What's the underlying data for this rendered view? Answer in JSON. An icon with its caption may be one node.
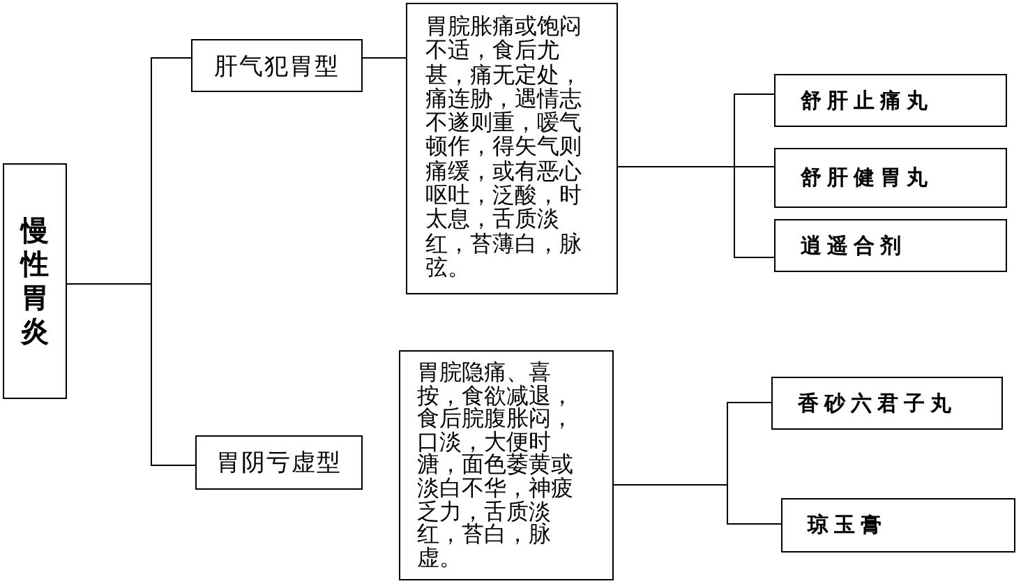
{
  "diagram": {
    "nodes": [
      {
        "text": [
          "慢性胃炎"
        ]
      },
      {
        "text": [
          "肝气犯胃型"
        ]
      },
      {
        "text": [
          "胃阴亏虚型"
        ]
      },
      {
        "text": [
          "胃脘胀痛或饱闷不适，食后尤甚，痛无定处，痛连胁，遇情志不遂则重，嗳气顿作，得矢气则痛缓，或有恶心呕吐，泛酸，时太息，舌质淡红，苔薄白，脉弦。"
        ]
      },
      {
        "text": [
          "胃脘隐痛、喜按，食欲减退，食后脘腹胀闷，口淡，大便时溏，面色萎黄或淡白不华，神疲乏力，舌质淡红，苔白，脉虚。"
        ]
      },
      {
        "text": [
          "舒肝止痛丸"
        ]
      },
      {
        "text": [
          "舒肝健胃丸"
        ]
      },
      {
        "text": [
          "逍遥合剂"
        ]
      },
      {
        "text": [
          "香砂六君子丸"
        ]
      },
      {
        "text": [
          "琼玉膏"
        ]
      }
    ],
    "edges": [
      {
        "from": 0,
        "to": 1,
        "arrow": "none"
      },
      {
        "from": 0,
        "to": 2,
        "arrow": "none"
      },
      {
        "from": 1,
        "to": 3,
        "arrow": "none"
      },
      {
        "from": 3,
        "to": 5,
        "arrow": "none"
      },
      {
        "from": 3,
        "to": 6,
        "arrow": "none"
      },
      {
        "from": 3,
        "to": 7,
        "arrow": "none"
      },
      {
        "from": 4,
        "to": 8,
        "arrow": "none"
      },
      {
        "from": 4,
        "to": 9,
        "arrow": "none"
      }
    ]
  }
}
